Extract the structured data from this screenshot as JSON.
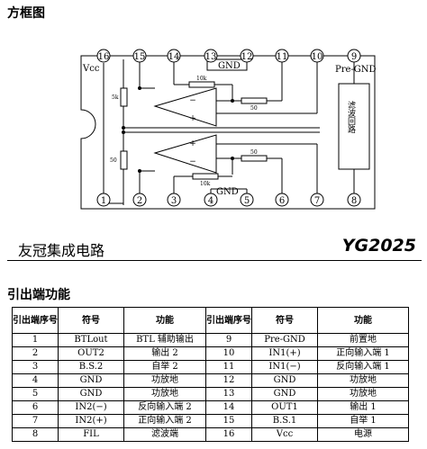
{
  "block_title": "方框图",
  "pin_title": "引出端功能",
  "company": "友冠集成电路",
  "model": "YG2025",
  "diagram": {
    "vcc": "Vcc",
    "pre_gnd": "Pre-GND",
    "gnd_top": "GND",
    "gnd_bottom": "GND",
    "r_5k": "5k",
    "r_10k_top": "10k",
    "r_50_top": "50",
    "r_50_left": "50",
    "r_50_bottom": "50",
    "r_10k_bottom": "10k",
    "filter_box": "滤波回路",
    "top_pins": [
      "16",
      "15",
      "14",
      "13",
      "12",
      "11",
      "10",
      "9"
    ],
    "bottom_pins": [
      "1",
      "2",
      "3",
      "4",
      "5",
      "6",
      "7",
      "8"
    ]
  },
  "table": {
    "headers": [
      "引出端序号",
      "符号",
      "功能",
      "引出端序号",
      "符号",
      "功能"
    ],
    "rows": [
      [
        "1",
        "BTLout",
        "BTL 辅助输出",
        "9",
        "Pre-GND",
        "前置地"
      ],
      [
        "2",
        "OUT2",
        "输出 2",
        "10",
        "IN1(+)",
        "正向输入端 1"
      ],
      [
        "3",
        "B.S.2",
        "自举 2",
        "11",
        "IN1(−)",
        "反向输入端 1"
      ],
      [
        "4",
        "GND",
        "功放地",
        "12",
        "GND",
        "功放地"
      ],
      [
        "5",
        "GND",
        "功放地",
        "13",
        "GND",
        "功放地"
      ],
      [
        "6",
        "IN2(−)",
        "反向输入端 2",
        "14",
        "OUT1",
        "输出 1"
      ],
      [
        "7",
        "IN2(+)",
        "正向输入端 2",
        "15",
        "B.S.1",
        "自举 1"
      ],
      [
        "8",
        "FIL",
        "滤波端",
        "16",
        "Vcc",
        "电源"
      ]
    ]
  }
}
